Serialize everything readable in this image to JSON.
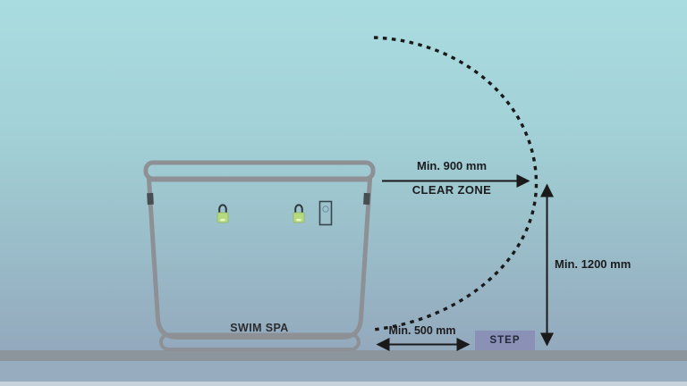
{
  "scene": {
    "spa": {
      "label": "SWIM SPA",
      "icons": [
        "padlock-icon",
        "padlock-icon",
        "control-panel-icon"
      ]
    },
    "dimensions": {
      "clear_zone_width": "Min. 900 mm",
      "clear_zone_label": "CLEAR ZONE",
      "clear_zone_height": "Min. 1200 mm",
      "step_distance": "Min. 500 mm"
    },
    "step": {
      "label": "STEP"
    },
    "colors": {
      "background_top": "#a9dce0",
      "background_bottom": "#93a9bd",
      "floor_gray": "#8c949c",
      "ground_blue_gray": "#98acc0",
      "spa_outline_gray": "#8d9195",
      "step_fill_purple": "#8b91b6",
      "annotation_black": "#1a1a1a",
      "padlock_green": "#b5d97e"
    }
  }
}
